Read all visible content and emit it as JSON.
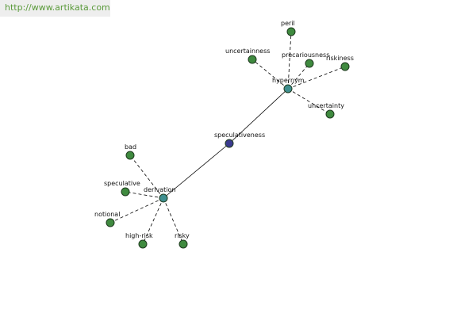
{
  "watermark": "http://www.artikata.com",
  "colors": {
    "center": "#3b3b8f",
    "hub": "#3f8f8f",
    "leaf": "#3f8a3f"
  },
  "graph": {
    "center": {
      "id": "speculativeness",
      "label": "speculativeness"
    },
    "hubs": [
      {
        "id": "hypernym",
        "label": "hypernym"
      },
      {
        "id": "derivation",
        "label": "derivation"
      }
    ],
    "leaves": [
      {
        "id": "peril",
        "label": "peril",
        "hub": "hypernym"
      },
      {
        "id": "uncertainness",
        "label": "uncertainness",
        "hub": "hypernym"
      },
      {
        "id": "precariousness",
        "label": "precariousness",
        "hub": "hypernym"
      },
      {
        "id": "riskiness",
        "label": "riskiness",
        "hub": "hypernym"
      },
      {
        "id": "uncertainty",
        "label": "uncertainty",
        "hub": "hypernym"
      },
      {
        "id": "bad",
        "label": "bad",
        "hub": "derivation"
      },
      {
        "id": "speculative",
        "label": "speculative",
        "hub": "derivation"
      },
      {
        "id": "notional",
        "label": "notional",
        "hub": "derivation"
      },
      {
        "id": "high-risk",
        "label": "high-risk",
        "hub": "derivation"
      },
      {
        "id": "risky",
        "label": "risky",
        "hub": "derivation"
      }
    ]
  }
}
